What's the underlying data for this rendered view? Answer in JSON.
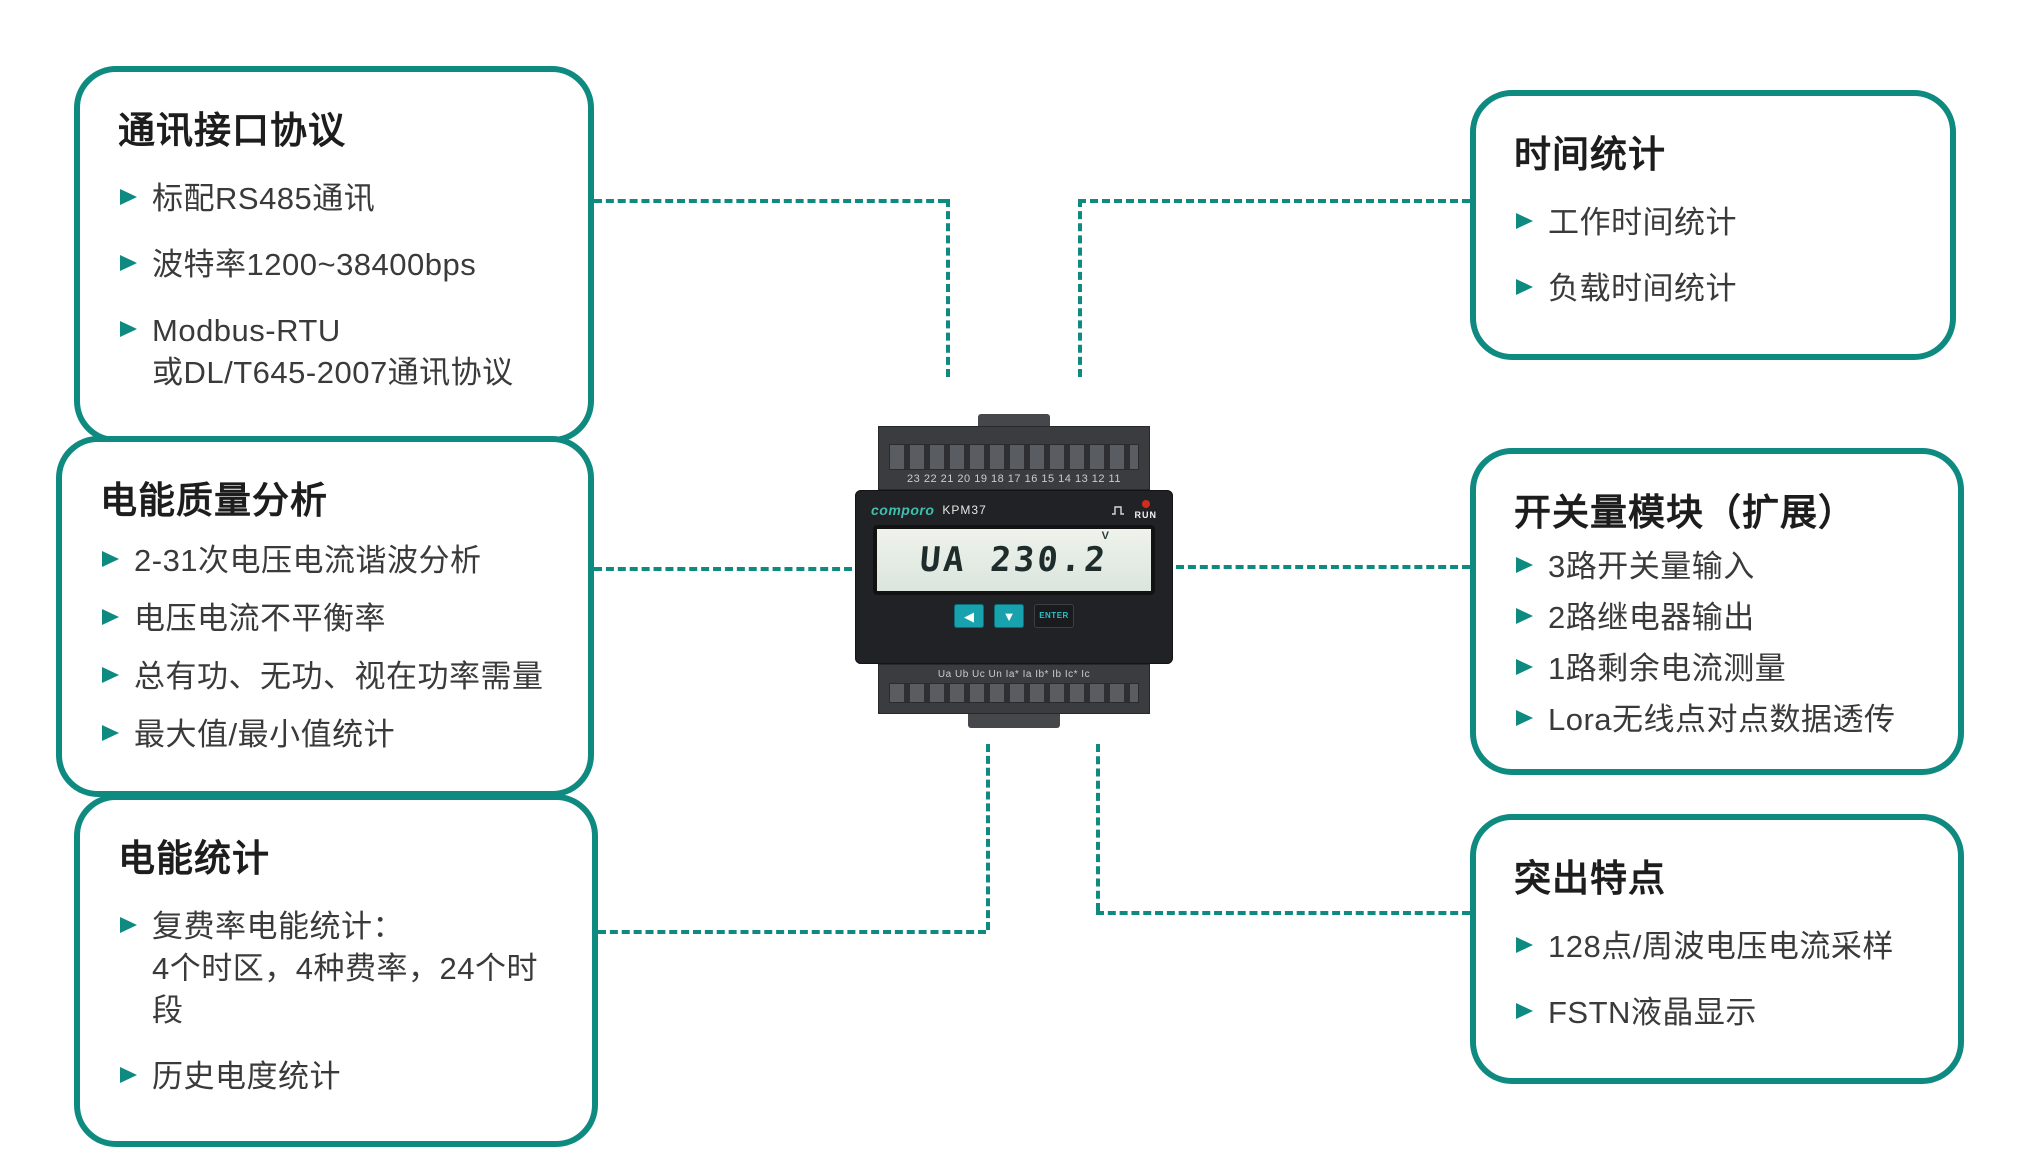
{
  "colors": {
    "teal": "#0e8a80",
    "run_led": "#d42b1e",
    "button_teal": "#17a2ae"
  },
  "icons": {
    "bullet": "arrow-right-icon",
    "run": "run-led-icon",
    "pulse": "pulse-signal-icon",
    "button_left": "arrow-left-icon",
    "button_down": "arrow-down-icon"
  },
  "boxes": [
    {
      "title": "通讯接口协议",
      "items": [
        "标配RS485通讯",
        "波特率1200~38400bps",
        "Modbus-RTU\n或DL/T645-2007通讯协议"
      ]
    },
    {
      "title": "电能质量分析",
      "items": [
        "2-31次电压电流谐波分析",
        "电压电流不平衡率",
        "总有功、无功、视在功率需量",
        "最大值/最小值统计"
      ]
    },
    {
      "title": "电能统计",
      "items": [
        "复费率电能统计：\n4个时区，4种费率，24个时段",
        "历史电度统计"
      ]
    },
    {
      "title": "时间统计",
      "items": [
        "工作时间统计",
        "负载时间统计"
      ]
    },
    {
      "title": "开关量模块（扩展）",
      "items": [
        "3路开关量输入",
        "2路继电器输出",
        "1路剩余电流测量",
        "Lora无线点对点数据透传"
      ]
    },
    {
      "title": "突出特点",
      "items": [
        "128点/周波电压电流采样",
        "FSTN液晶显示"
      ]
    }
  ],
  "device": {
    "brand": "comporo",
    "model": "KPM37",
    "run_label": "RUN",
    "lcd_text": "UA 230.2",
    "lcd_unit": "V",
    "button_left": "◀",
    "button_down": "▼",
    "enter_label": "ENTER",
    "top_terminals": "23 22 21 20 19 18 17 16 15 14 13 12 11",
    "bottom_terminals": "Ua Ub Uc Un Ia* Ia Ib* Ib Ic* Ic"
  }
}
